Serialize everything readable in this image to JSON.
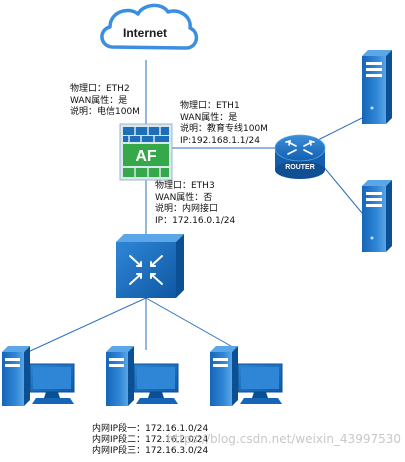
{
  "internet": {
    "label": "Internet"
  },
  "firewall": {
    "label": "AF"
  },
  "router": {
    "label": "ROUTER"
  },
  "eth2": {
    "line1": "物理口：ETH2",
    "line2": "WAN属性：是",
    "line3": "说明：电信100M"
  },
  "eth1": {
    "line1": "物理口：ETH1",
    "line2": "WAN属性：是",
    "line3": "说明：教育专线100M",
    "line4": "IP:192.168.1.1/24"
  },
  "eth3": {
    "line1": "物理口：ETH3",
    "line2": "WAN属性：否",
    "line3": "说明：内网接口",
    "line4": "IP：172.16.0.1/24"
  },
  "subnets": {
    "line1": "内网IP段一：172.16.1.0/24",
    "line2": "内网IP段二：172.16.2.0/24",
    "line3": "内网IP段三：172.16.3.0/24"
  },
  "watermark": "https://blog.csdn.net/weixin_43997530",
  "colors": {
    "line": "#2a6fc0",
    "device_blue": "#1f77c9",
    "device_dark": "#0d5ba6",
    "firewall_green": "#35a84a",
    "router_blue": "#1c6fc2"
  }
}
